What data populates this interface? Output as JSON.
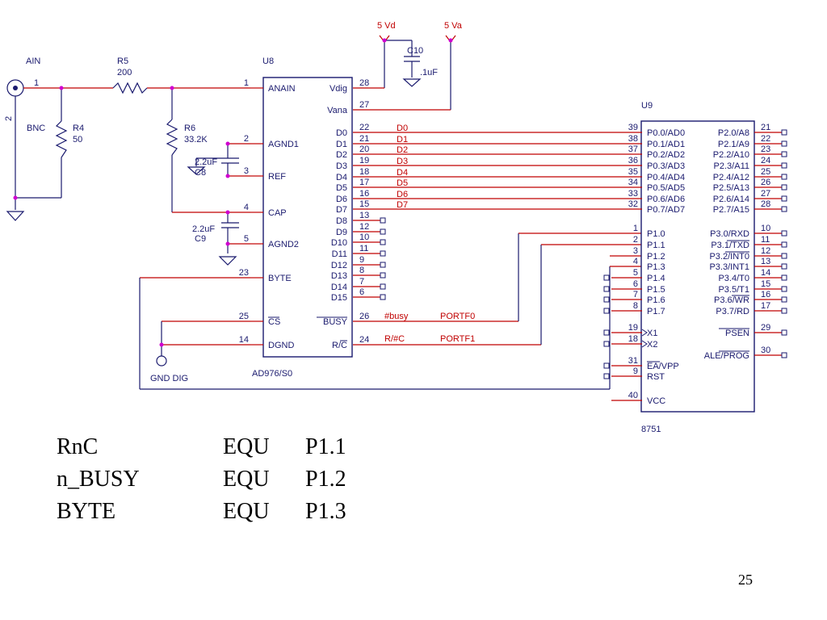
{
  "schematic": {
    "power": {
      "vd": "5 Vd",
      "va": "5 Va"
    },
    "components": {
      "ain": "AIN",
      "bnc": "BNC",
      "bnc_pin1": "1",
      "bnc_pin2": "2",
      "r5_ref": "R5",
      "r5_val": "200",
      "r4_ref": "R4",
      "r4_val": "50",
      "r6_ref": "R6",
      "r6_val": "33.2K",
      "c8_val": "2.2uF",
      "c8_ref": "C8",
      "c9_val": "2.2uF",
      "c9_ref": "C9",
      "c10_ref": "C10",
      "c10_val": ".1uF",
      "gnd_dig": "GND DIG"
    },
    "u8": {
      "ref": "U8",
      "part": "AD976/S0",
      "left_pins": [
        {
          "num": "1",
          "name": "ANAIN"
        },
        {
          "num": "2",
          "name": "AGND1"
        },
        {
          "num": "3",
          "name": "REF"
        },
        {
          "num": "4",
          "name": "CAP"
        },
        {
          "num": "5",
          "name": "AGND2"
        },
        {
          "num": "23",
          "name": "BYTE"
        },
        {
          "num": "25",
          "name": "CS"
        },
        {
          "num": "14",
          "name": "DGND"
        }
      ],
      "right_pins": [
        {
          "num": "28",
          "name": "Vdig"
        },
        {
          "num": "27",
          "name": "Vana"
        },
        {
          "num": "22",
          "name": "D0"
        },
        {
          "num": "21",
          "name": "D1"
        },
        {
          "num": "20",
          "name": "D2"
        },
        {
          "num": "19",
          "name": "D3"
        },
        {
          "num": "18",
          "name": "D4"
        },
        {
          "num": "17",
          "name": "D5"
        },
        {
          "num": "16",
          "name": "D6"
        },
        {
          "num": "15",
          "name": "D7"
        },
        {
          "num": "13",
          "name": "D8"
        },
        {
          "num": "12",
          "name": "D9"
        },
        {
          "num": "10",
          "name": "D10"
        },
        {
          "num": "11",
          "name": "D11"
        },
        {
          "num": "9",
          "name": "D12"
        },
        {
          "num": "8",
          "name": "D13"
        },
        {
          "num": "7",
          "name": "D14"
        },
        {
          "num": "6",
          "name": "D15"
        },
        {
          "num": "26",
          "name": "BUSY"
        },
        {
          "num": "24",
          "name": "R/C"
        }
      ]
    },
    "nets": {
      "data": [
        "D0",
        "D1",
        "D2",
        "D3",
        "D4",
        "D5",
        "D6",
        "D7"
      ],
      "busy": "#busy",
      "rc": "R/#C",
      "portf0": "PORTF0",
      "portf1": "PORTF1"
    },
    "u9": {
      "ref": "U9",
      "part": "8751",
      "left_pins": [
        {
          "num": "39",
          "name": "P0.0/AD0"
        },
        {
          "num": "38",
          "name": "P0.1/AD1"
        },
        {
          "num": "37",
          "name": "P0.2/AD2"
        },
        {
          "num": "36",
          "name": "P0.3/AD3"
        },
        {
          "num": "35",
          "name": "P0.4/AD4"
        },
        {
          "num": "34",
          "name": "P0.5/AD5"
        },
        {
          "num": "33",
          "name": "P0.6/AD6"
        },
        {
          "num": "32",
          "name": "P0.7/AD7"
        },
        {
          "num": "1",
          "name": "P1.0"
        },
        {
          "num": "2",
          "name": "P1.1"
        },
        {
          "num": "3",
          "name": "P1.2"
        },
        {
          "num": "4",
          "name": "P1.3"
        },
        {
          "num": "5",
          "name": "P1.4"
        },
        {
          "num": "6",
          "name": "P1.5"
        },
        {
          "num": "7",
          "name": "P1.6"
        },
        {
          "num": "8",
          "name": "P1.7"
        },
        {
          "num": "19",
          "name": "X1"
        },
        {
          "num": "18",
          "name": "X2"
        },
        {
          "num": "31",
          "name": "EA/VPP"
        },
        {
          "num": "9",
          "name": "RST"
        },
        {
          "num": "40",
          "name": "VCC"
        }
      ],
      "right_pins": [
        {
          "num": "21",
          "name": "P2.0/A8"
        },
        {
          "num": "22",
          "name": "P2.1/A9"
        },
        {
          "num": "23",
          "name": "P2.2/A10"
        },
        {
          "num": "24",
          "name": "P2.3/A11"
        },
        {
          "num": "25",
          "name": "P2.4/A12"
        },
        {
          "num": "26",
          "name": "P2.5/A13"
        },
        {
          "num": "27",
          "name": "P2.6/A14"
        },
        {
          "num": "28",
          "name": "P2.7/A15"
        },
        {
          "num": "10",
          "name": "P3.0/RXD"
        },
        {
          "num": "11",
          "name": "P3.1/TXD"
        },
        {
          "num": "12",
          "name": "P3.2/INT0"
        },
        {
          "num": "13",
          "name": "P3.3/INT1"
        },
        {
          "num": "14",
          "name": "P3.4/T0"
        },
        {
          "num": "15",
          "name": "P3.5/T1"
        },
        {
          "num": "16",
          "name": "P3.6/WR"
        },
        {
          "num": "17",
          "name": "P3.7/RD"
        },
        {
          "num": "29",
          "name": "PSEN"
        },
        {
          "num": "30",
          "name": "ALE/PROG"
        }
      ]
    }
  },
  "code": [
    {
      "name": "RnC",
      "op": "EQU",
      "val": "P1.1"
    },
    {
      "name": "n_BUSY",
      "op": "EQU",
      "val": "P1.2"
    },
    {
      "name": "BYTE",
      "op": "EQU",
      "val": "P1.3"
    }
  ],
  "page_number": "25"
}
